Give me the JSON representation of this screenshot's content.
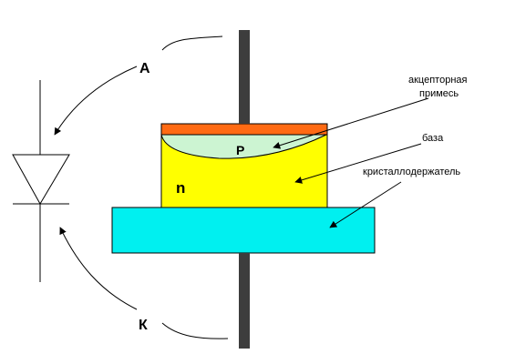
{
  "diagram": {
    "anode_label": "А",
    "cathode_label": "К",
    "p_region_label": "P",
    "n_region_label": "n",
    "acceptor_label_line1": "акцепторная",
    "acceptor_label_line2": "примесь",
    "base_label": "база",
    "holder_label": "кристаллодержатель"
  },
  "colors": {
    "lead": "#3d3d3d",
    "contact": "#ff6a13",
    "p_region": "#ccf4d2",
    "n_region": "#ffff00",
    "holder": "#00f0f0",
    "outline": "#000000",
    "background": "#ffffff"
  },
  "icons": {
    "diode_symbol": "diode-symbol-icon"
  }
}
